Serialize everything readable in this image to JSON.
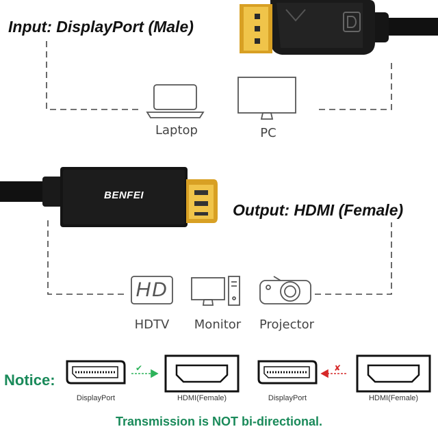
{
  "colors": {
    "accent_green": "#1a8a5a",
    "check_green": "#2db35a",
    "cross_red": "#d62828",
    "gold": "#e3b13a",
    "line_gray": "#444444"
  },
  "input": {
    "title": "Input: DisplayPort (Male)"
  },
  "input_devices": [
    {
      "label": "Laptop",
      "icon": "laptop-icon"
    },
    {
      "label": "PC",
      "icon": "pc-icon"
    }
  ],
  "cable": {
    "brand": "BENFEI"
  },
  "output": {
    "title": "Output: HDMI (Female)"
  },
  "output_devices": [
    {
      "label": "HDTV",
      "icon": "hdtv-icon",
      "badge": "HD"
    },
    {
      "label": "Monitor",
      "icon": "monitor-icon"
    },
    {
      "label": "Projector",
      "icon": "projector-icon"
    }
  ],
  "notice": {
    "title": "Notice:",
    "pairs": [
      {
        "from": "DisplayPort",
        "to": "HDMI(Female)",
        "allowed": true,
        "mark": "✔"
      },
      {
        "from": "DisplayPort",
        "to": "HDMI(Female)",
        "allowed": false,
        "mark": "✘"
      }
    ],
    "footer": "Transmission is NOT bi-directional."
  }
}
